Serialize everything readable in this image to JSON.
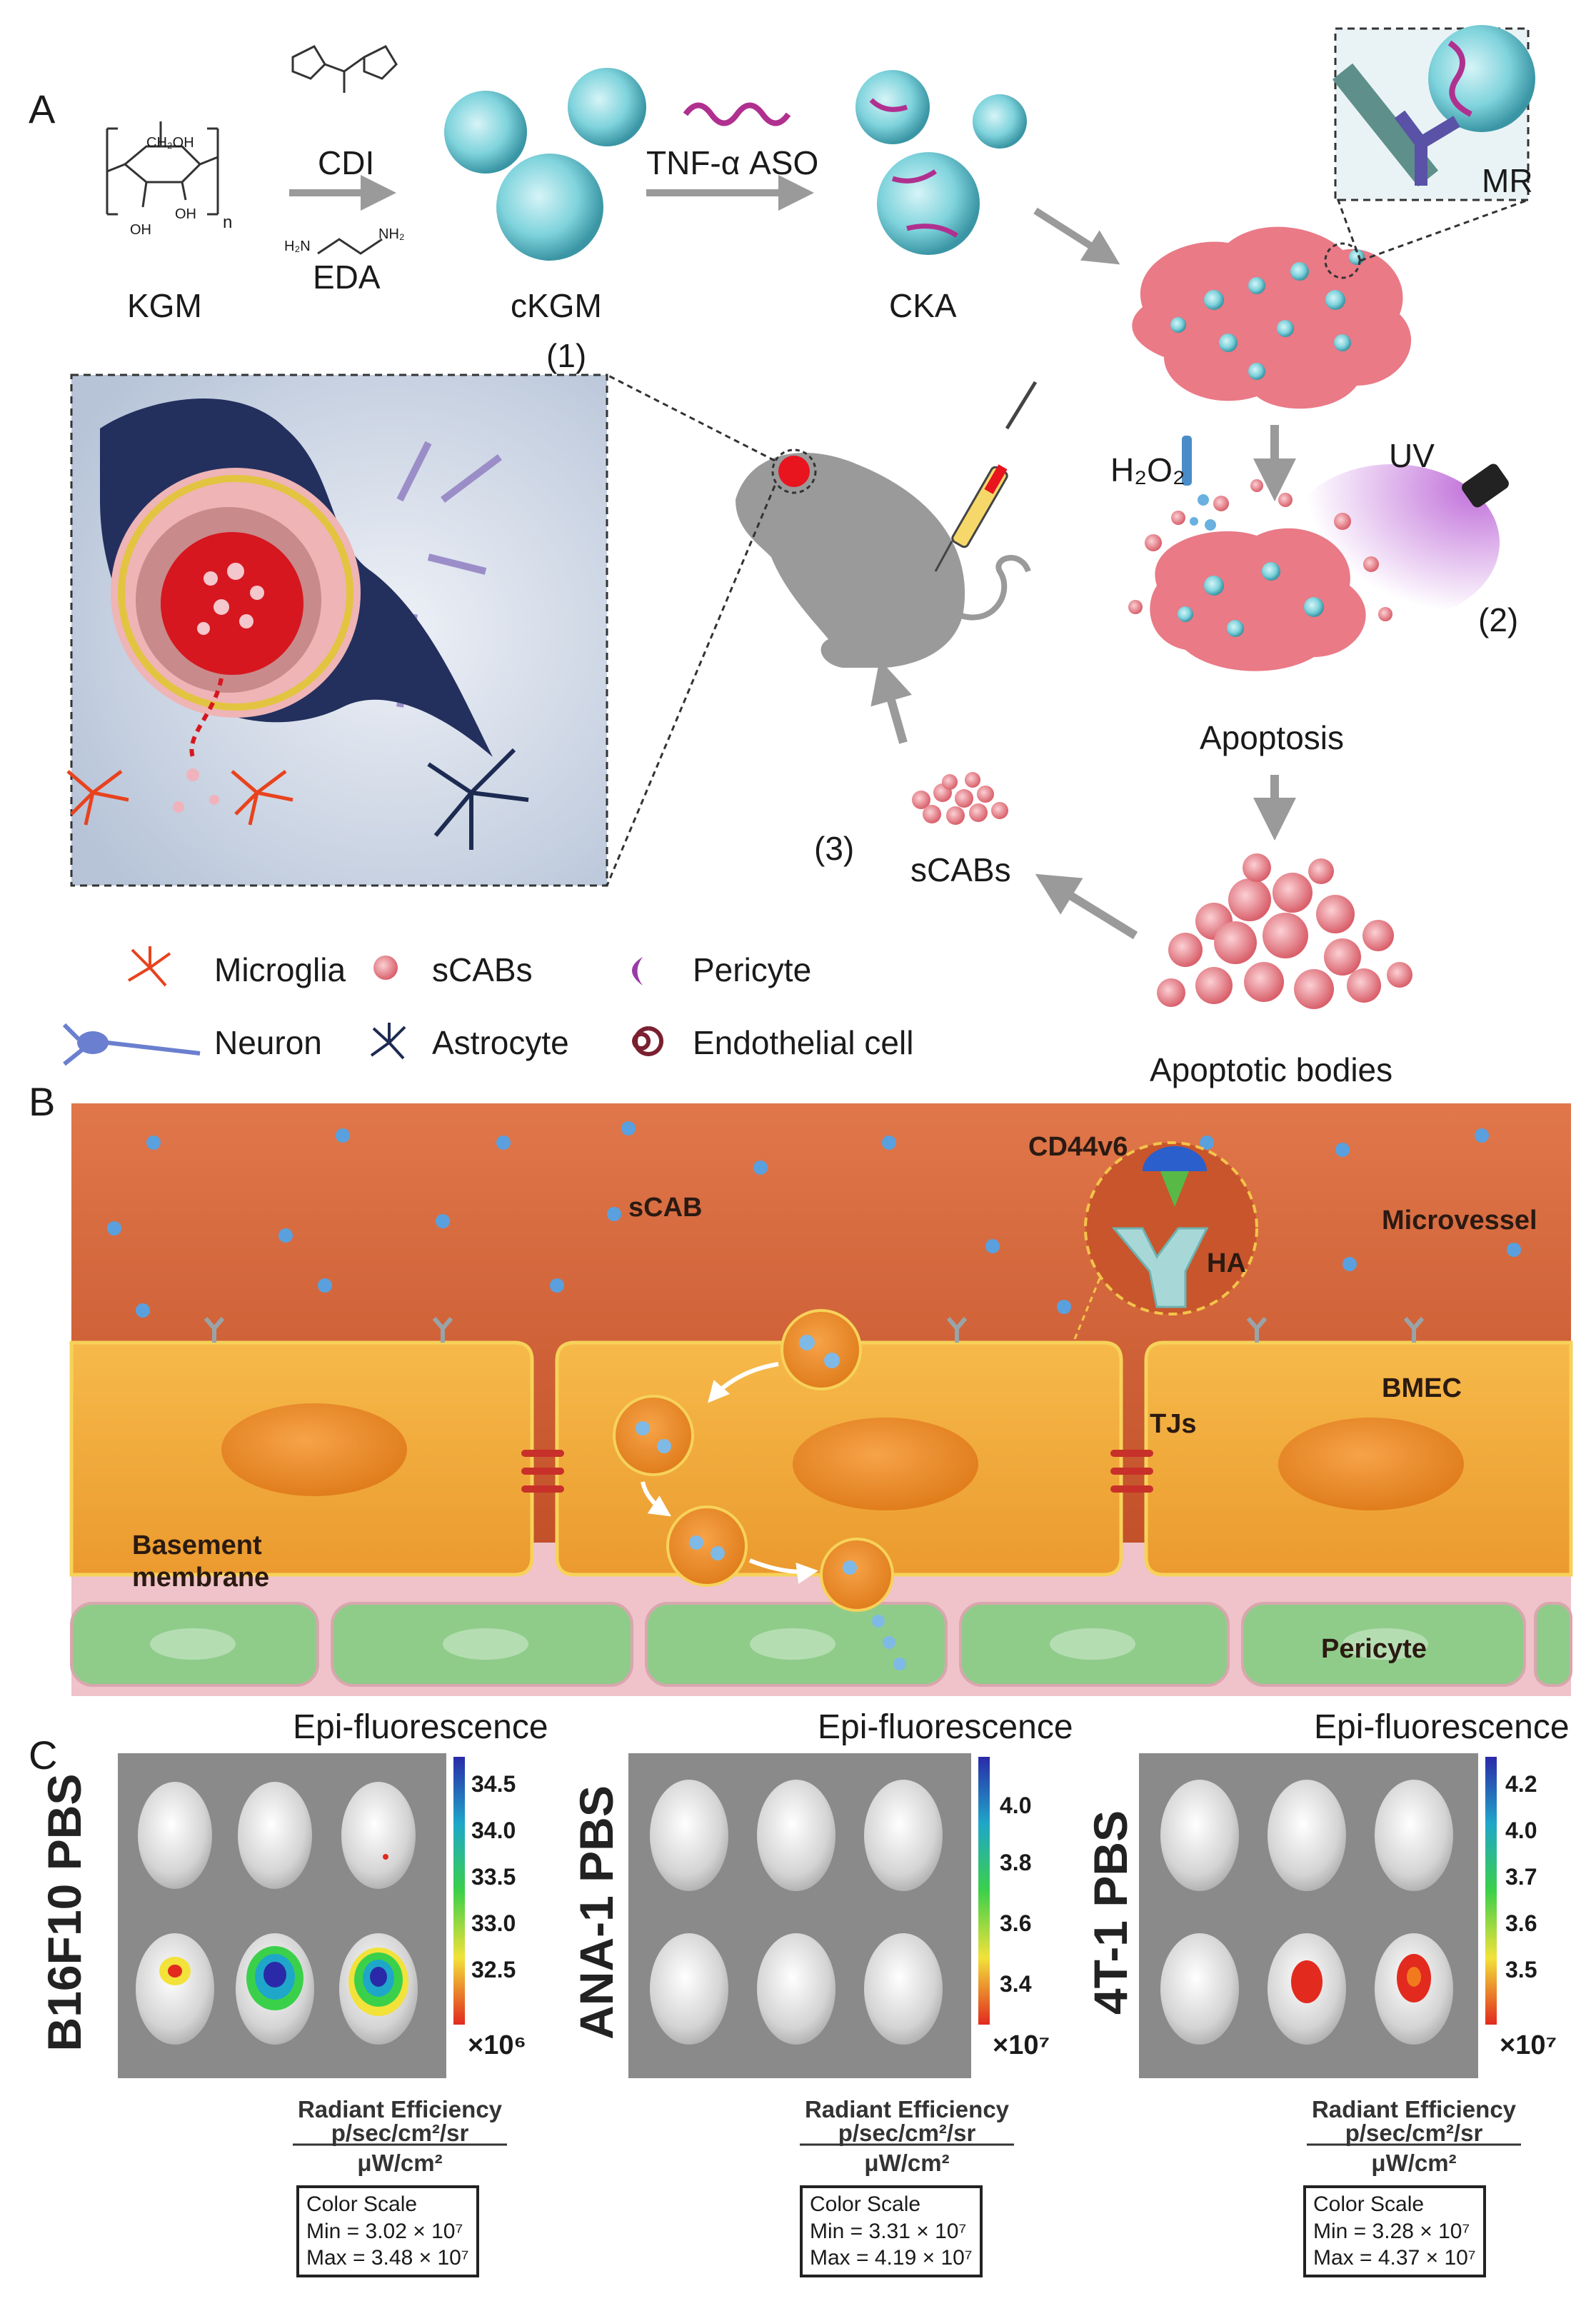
{
  "panels": {
    "a": "A",
    "b": "B",
    "c": "C"
  },
  "panel_a": {
    "kgm": "KGM",
    "cdi": "CDI",
    "eda": "EDA",
    "ckgm": "cKGM",
    "aso": "TNF-α ASO",
    "cka": "CKA",
    "mr": "MR",
    "step1": "(1)",
    "step2": "(2)",
    "step3": "(3)",
    "h2o2": "H₂O₂",
    "uv": "UV",
    "apoptosis": "Apoptosis",
    "scabs": "sCABs",
    "apoptotic_bodies": "Apoptotic bodies",
    "chem": {
      "ch2oh": "CH₂OH",
      "oh1": "OH",
      "oh2": "OH",
      "n": "n",
      "h2n": "H₂N",
      "nh2": "NH₂"
    },
    "legend": {
      "microglia": "Microglia",
      "scabs": "sCABs",
      "pericyte": "Pericyte",
      "neuron": "Neuron",
      "astrocyte": "Astrocyte",
      "endothelial": "Endothelial cell"
    }
  },
  "panel_b": {
    "scab": "sCAB",
    "cd44v6": "CD44v6",
    "ha": "HA",
    "microvessel": "Microvessel",
    "bmec": "BMEC",
    "tjs": "TJs",
    "basement1": "Basement",
    "basement2": "membrane",
    "pericyte": "Pericyte"
  },
  "panel_c": [
    {
      "title": "Epi-fluorescence",
      "side_label": "B16F10 PBS",
      "ticks": [
        "34.5",
        "34.0",
        "33.5",
        "33.0",
        "32.5"
      ],
      "exponent": "×10⁶",
      "re_title": "Radiant Efficiency",
      "re_num": "p/sec/cm²/sr",
      "re_den": "μW/cm²",
      "cs_title": "Color Scale",
      "cs_min": "Min = 3.02 × 10⁷",
      "cs_max": "Max = 3.48 × 10⁷"
    },
    {
      "title": "Epi-fluorescence",
      "side_label": "ANA-1 PBS",
      "ticks": [
        "4.0",
        "3.8",
        "3.6",
        "3.4"
      ],
      "exponent": "×10⁷",
      "re_title": "Radiant Efficiency",
      "re_num": "p/sec/cm²/sr",
      "re_den": "μW/cm²",
      "cs_title": "Color Scale",
      "cs_min": "Min = 3.31 × 10⁷",
      "cs_max": "Max = 4.19 × 10⁷"
    },
    {
      "title": "Epi-fluorescence",
      "side_label": "4T-1   PBS",
      "ticks": [
        "4.2",
        "4.0",
        "3.7",
        "3.6",
        "3.5"
      ],
      "exponent": "×10⁷",
      "re_title": "Radiant Efficiency",
      "re_num": "p/sec/cm²/sr",
      "re_den": "μW/cm²",
      "cs_title": "Color Scale",
      "cs_min": "Min = 3.28 × 10⁷",
      "cs_max": "Max = 4.37 × 10⁷"
    }
  ],
  "colors": {
    "nanoparticle": "#7fd3dc",
    "vessel": "#c8552c",
    "cell": "#f0a23a",
    "pericyte": "#8fcc8a",
    "apoptotic": "#e77a82",
    "mouse": "#9a9a9a"
  }
}
